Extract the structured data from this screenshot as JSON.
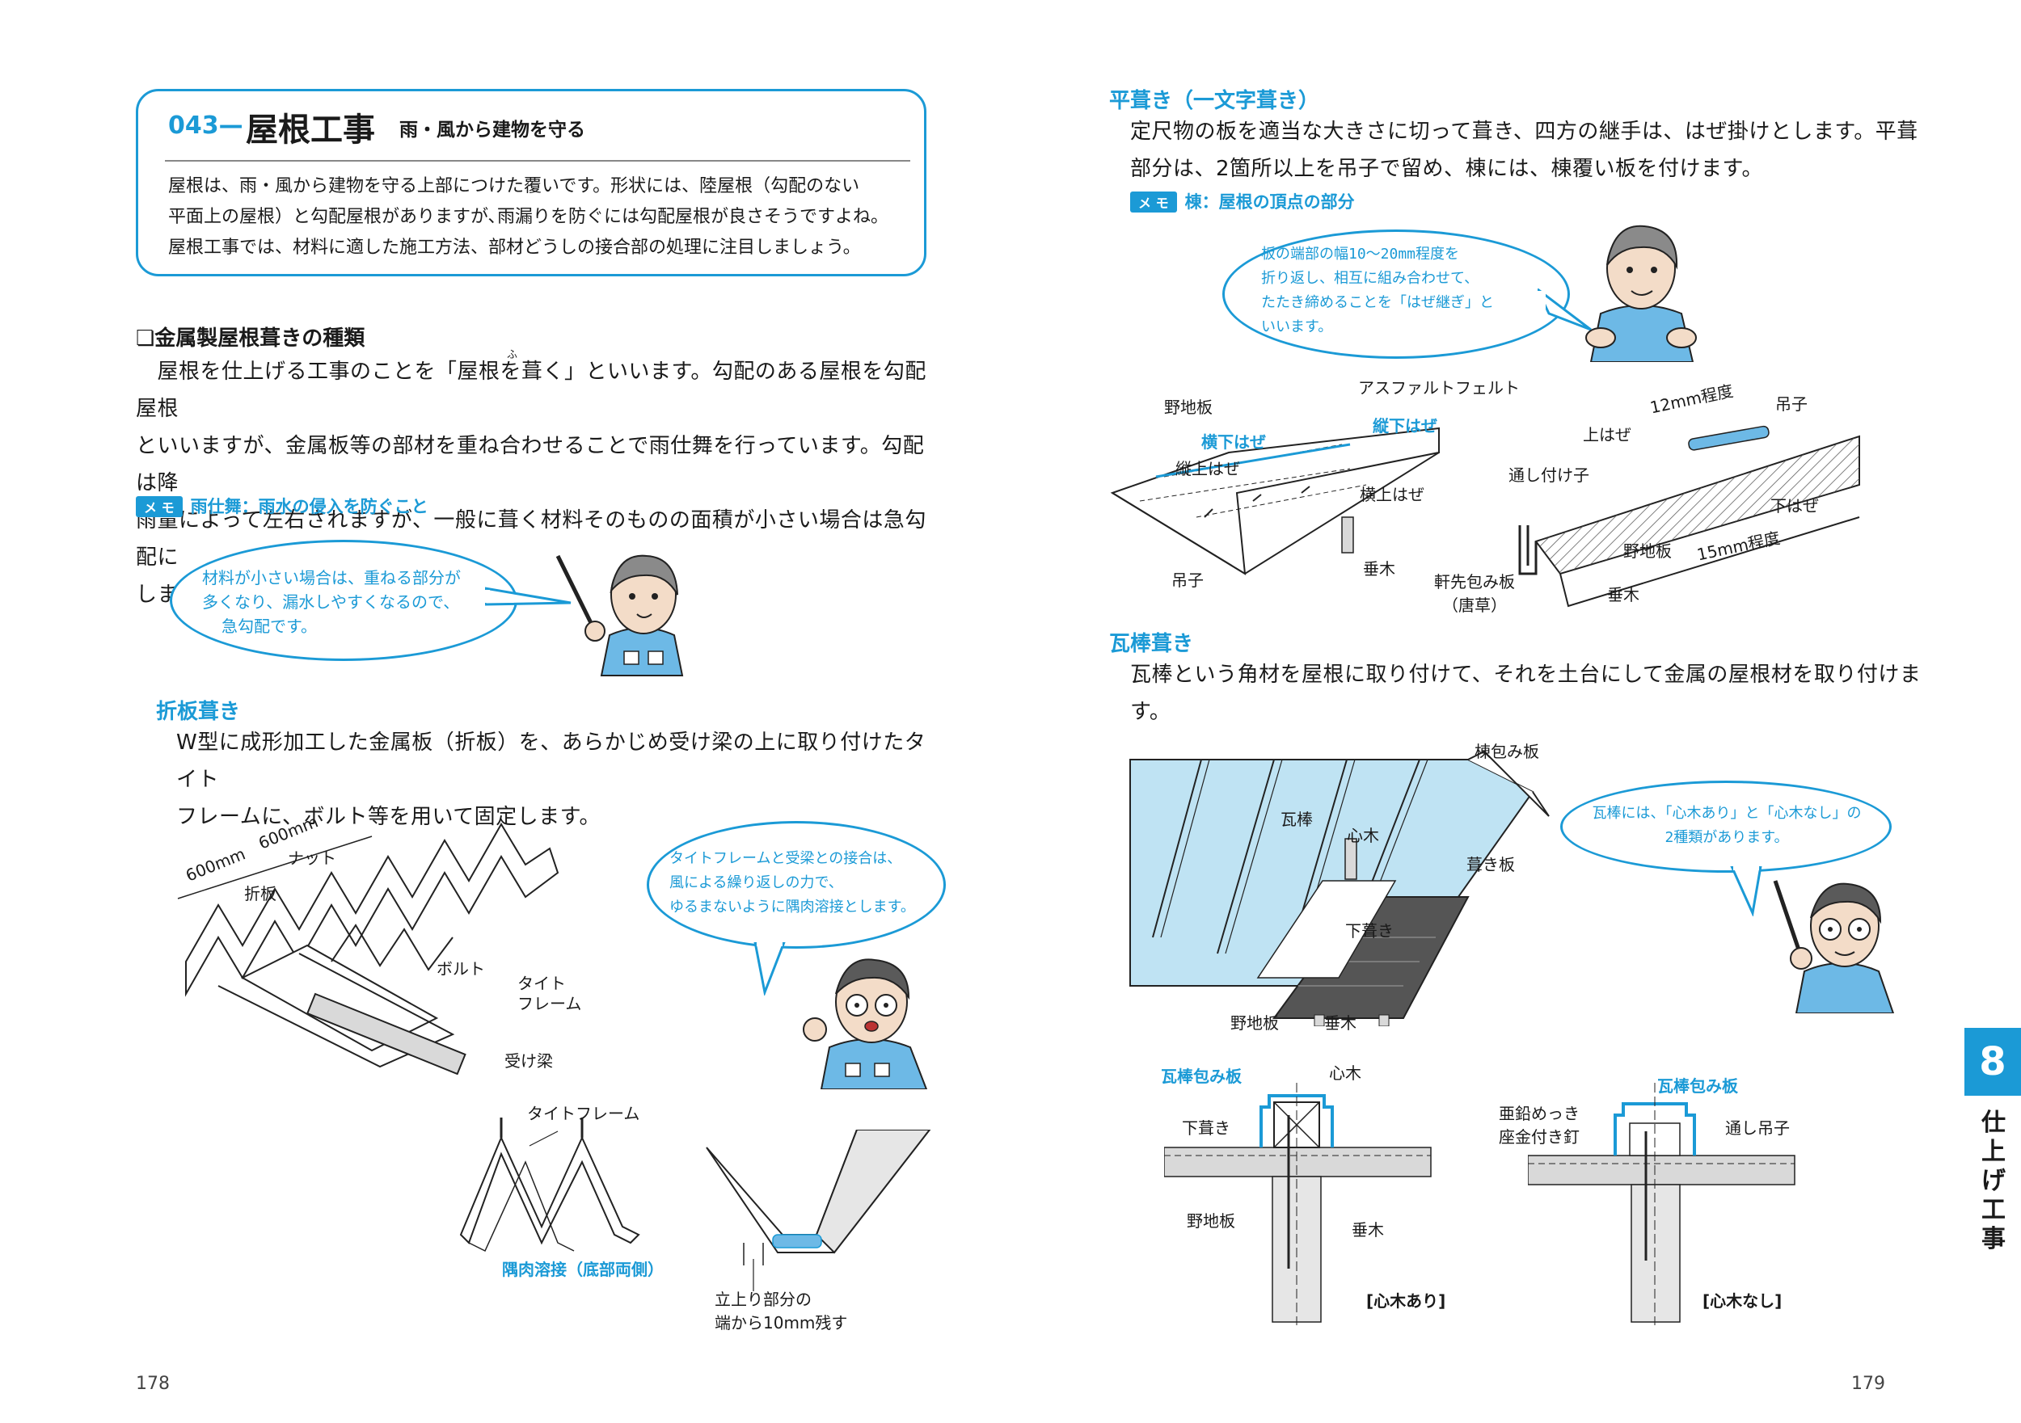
{
  "left": {
    "lesson": {
      "number": "043",
      "dash": "—",
      "title": "屋根工事",
      "subtitle": "雨・風から建物を守る"
    },
    "intro": [
      "屋根は、雨・風から建物を守る上部につけた覆いです。形状には、陸屋根（勾配のない",
      "平面上の屋根）と勾配屋根がありますが､雨漏りを防ぐには勾配屋根が良さそうですよね。",
      "屋根工事では、材料に適した施工方法、部材どうしの接合部の処理に注目しましょう。"
    ],
    "section_heading": "❏金属製屋根葺きの種類",
    "furigana": "ふ",
    "section_body": [
      "　屋根を仕上げる工事のことを「屋根を葺く」といいます。勾配のある屋根を勾配屋根",
      "といいますが、金属板等の部材を重ね合わせることで雨仕舞を行っています。勾配は降",
      "雨量によって左右されますが、一般に葺く材料そのものの面積が小さい場合は急勾配に",
      "します。"
    ],
    "memo_tag": "メ モ",
    "memo_text": "雨仕舞：雨水の侵入を防ぐこと",
    "bubble1": [
      "材料が小さい場合は、重ねる部分が",
      "多くなり、漏水しやすくなるので、",
      "急勾配です。"
    ],
    "sub_heading": "折板葺き",
    "sub_body": [
      "W型に成形加工した金属板（折板）を、あらかじめ受け梁の上に取り付けたタイト",
      "フレームに、ボルト等を用いて固定します。"
    ],
    "fig_labels": {
      "dim1": "600mm",
      "dim2": "600mm",
      "nut": "ナット",
      "sheet": "折板",
      "bolt": "ボルト",
      "tight": "タイト",
      "frame": "フレーム",
      "beam": "受け梁",
      "tightframe": "タイトフレーム",
      "weld": "隅肉溶接（底部両側）",
      "rise1": "立上り部分の",
      "rise2": "端から10mm残す"
    },
    "bubble2": [
      "タイトフレームと受梁との接合は、",
      "風による繰り返しの力で、",
      "ゆるまないように隅肉溶接とします。"
    ],
    "page_number": "178"
  },
  "right": {
    "h1": "平葺き（一文字葺き）",
    "body1": [
      "定尺物の板を適当な大きさに切って葺き、四方の継手は、はぜ掛けとします。平葺",
      "部分は、2箇所以上を吊子で留め、棟には、棟覆い板を付けます。"
    ],
    "memo_tag": "メ モ",
    "memo_text": "棟：屋根の頂点の部分",
    "bubble3": [
      "板の端部の幅10～20mm程度を",
      "折り返し、相互に組み合わせて、",
      "たたき締めることを「はぜ継ぎ」と",
      "いいます。"
    ],
    "fig1": {
      "noji": "野地板",
      "asphalt": "アスファルトフェルト",
      "yoko": "横下はぜ",
      "tate": "縦下はぜ",
      "tateue": "縦上はぜ",
      "yokoue": "横上はぜ",
      "tsuriko": "吊子",
      "taruki": "垂木"
    },
    "fig2": {
      "size12": "12mm程度",
      "tsuriko": "吊子",
      "uehaze": "上はぜ",
      "toshi": "通し付け子",
      "shitahaze": "下はぜ",
      "noji": "野地板",
      "size15": "15mm程度",
      "nokisaki": "軒先包み板",
      "karakusa": "（唐草）",
      "taruki": "垂木"
    },
    "h2": "瓦棒葺き",
    "body2": [
      "瓦棒という角材を屋根に取り付けて、それを土台にして金属の屋根材を取り付けま",
      "す。"
    ],
    "fig3": {
      "muna": "棟包み板",
      "kawara": "瓦棒",
      "shingi": "心木",
      "fuki": "葺き板",
      "shitabuki": "下葺き",
      "noji": "野地板",
      "taruki": "垂木"
    },
    "bubble4": [
      "瓦棒には、「心木あり」と「心木なし」の",
      "2種類があります。"
    ],
    "fig4": {
      "kawara_a": "瓦棒包み板",
      "shingi": "心木",
      "shitabuki": "下葺き",
      "noji": "野地板",
      "taruki": "垂木",
      "cap_a": "[心木あり]",
      "kawara_b": "瓦棒包み板",
      "nail1": "亜鉛めっき",
      "nail2": "座金付き釘",
      "tsuri": "通し吊子",
      "cap_b": "[心木なし]"
    },
    "page_number": "179",
    "tab_number": "8",
    "tab_text": [
      "仕",
      "上",
      "げ",
      "工",
      "事"
    ]
  },
  "colors": {
    "accent": "#1b9ad6",
    "roof_fill": "#bfe3f3",
    "board_fill": "#555555"
  }
}
